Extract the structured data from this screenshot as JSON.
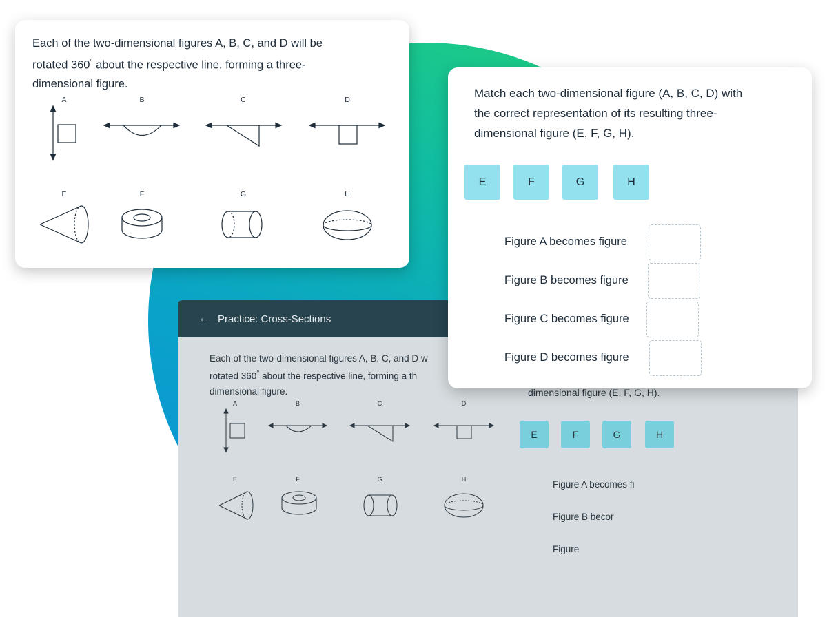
{
  "left_card": {
    "question": "Each of the two-dimensional figures A, B, C, and D will be rotated 360° about the respective line, forming a three-dimensional figure.",
    "question_part1": "Each of the two-dimensional figures A, B, C, and D will be",
    "question_part2a": "rotated 360",
    "question_part2b": " about the respective line, forming a three-",
    "question_part3": "dimensional figure.",
    "degree_symbol": "°",
    "figure_labels_2d": [
      "A",
      "B",
      "C",
      "D"
    ],
    "figure_labels_3d": [
      "E",
      "F",
      "G",
      "H"
    ]
  },
  "right_card": {
    "question_line1": "Match each two-dimensional figure (A, B, C, D) with",
    "question_line2": "the correct representation of its resulting three-",
    "question_line3": "dimensional figure (E, F, G, H).",
    "options": [
      "E",
      "F",
      "G",
      "H"
    ],
    "match_rows": [
      "Figure A becomes figure",
      "Figure B becomes figure",
      "Figure C becomes figure",
      "Figure D becomes figure"
    ]
  },
  "background_panel": {
    "header_title": "Practice: Cross-Sections",
    "question_line1": "Each of the two-dimensional figures A, B, C, and D w",
    "question_line2a": "rotated 360",
    "question_line2b": " about the respective line, forming a th",
    "question_line3": "dimensional figure.",
    "right_title_fragment": "dimensional figure (E, F, G, H).",
    "options": [
      "E",
      "F",
      "G",
      "H"
    ],
    "match_rows": [
      "Figure A becomes fi",
      "Figure B becor",
      "Figure"
    ],
    "figure_labels_2d": [
      "A",
      "B",
      "C",
      "D"
    ],
    "figure_labels_3d": [
      "E",
      "F",
      "G",
      "H"
    ]
  },
  "colors": {
    "blob_gradient": [
      "#22d07a",
      "#10bca2",
      "#0a8fdc"
    ],
    "header_bg": "#27444f",
    "panel_bg": "#d6dcdf",
    "tile": "#93e1ee",
    "tile_bg_panel": "#79cfdc"
  }
}
